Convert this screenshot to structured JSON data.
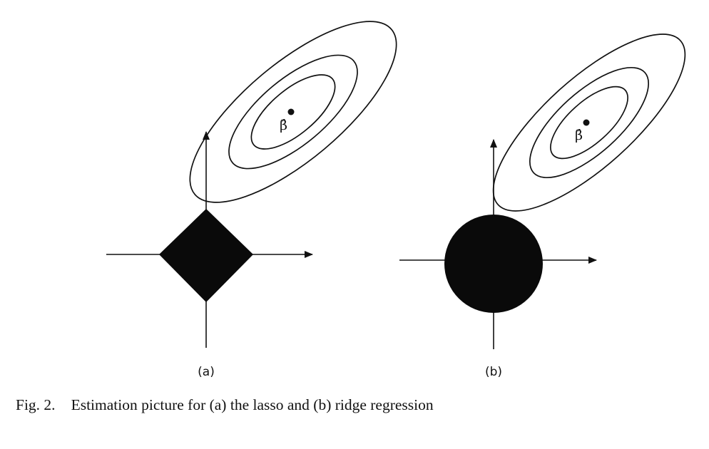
{
  "figure": {
    "panels": [
      {
        "id": "a",
        "label": "(a)",
        "constraint": "diamond",
        "estimate_label": "β̂"
      },
      {
        "id": "b",
        "label": "(b)",
        "constraint": "disk",
        "estimate_label": "β̂"
      }
    ]
  },
  "caption": {
    "number": "Fig. 2.",
    "text": "Estimation picture for (a) the lasso and (b) ridge regression"
  },
  "colors": {
    "ink": "#111111",
    "background": "#ffffff"
  }
}
